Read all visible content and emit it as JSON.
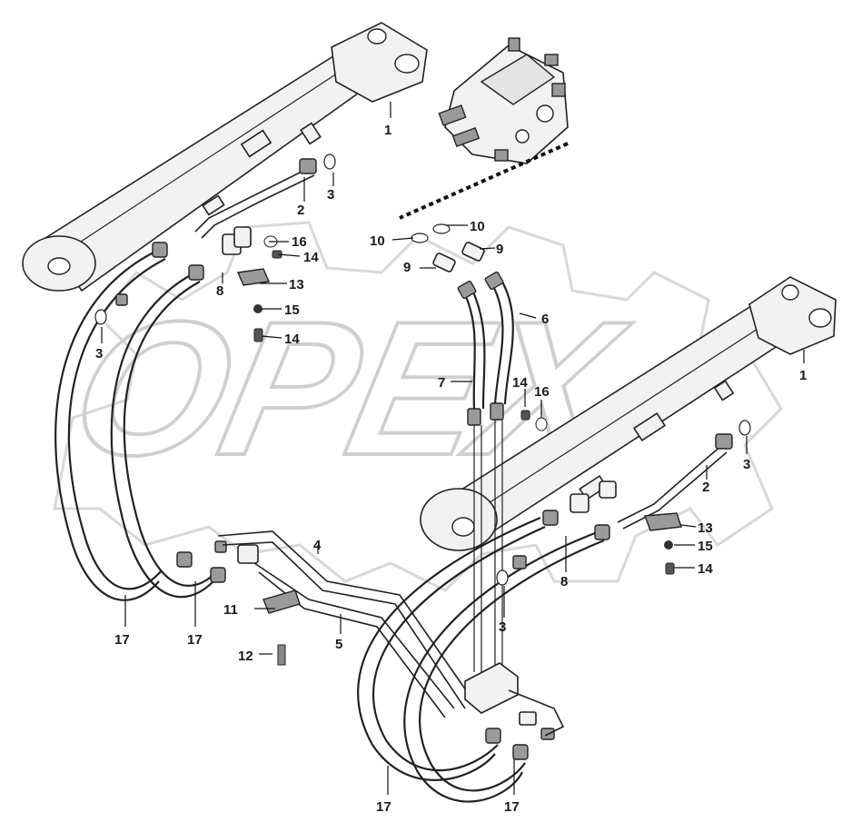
{
  "watermark": {
    "text": "OPEX",
    "color": "#d8d8d8"
  },
  "colors": {
    "line": "#222222",
    "background": "#ffffff",
    "hatch": "#111111"
  },
  "callouts": [
    {
      "id": "1",
      "label": "1"
    },
    {
      "id": "1b",
      "label": "1"
    },
    {
      "id": "2",
      "label": "2"
    },
    {
      "id": "2b",
      "label": "2"
    },
    {
      "id": "3",
      "label": "3"
    },
    {
      "id": "3b",
      "label": "3"
    },
    {
      "id": "3c",
      "label": "3"
    },
    {
      "id": "3d",
      "label": "3"
    },
    {
      "id": "4",
      "label": "4"
    },
    {
      "id": "5",
      "label": "5"
    },
    {
      "id": "6",
      "label": "6"
    },
    {
      "id": "7",
      "label": "7"
    },
    {
      "id": "8",
      "label": "8"
    },
    {
      "id": "8b",
      "label": "8"
    },
    {
      "id": "9",
      "label": "9"
    },
    {
      "id": "9b",
      "label": "9"
    },
    {
      "id": "10",
      "label": "10"
    },
    {
      "id": "10b",
      "label": "10"
    },
    {
      "id": "11",
      "label": "11"
    },
    {
      "id": "12",
      "label": "12"
    },
    {
      "id": "13",
      "label": "13"
    },
    {
      "id": "13b",
      "label": "13"
    },
    {
      "id": "14",
      "label": "14"
    },
    {
      "id": "14b",
      "label": "14"
    },
    {
      "id": "14c",
      "label": "14"
    },
    {
      "id": "14d",
      "label": "14"
    },
    {
      "id": "15",
      "label": "15"
    },
    {
      "id": "15b",
      "label": "15"
    },
    {
      "id": "16",
      "label": "16"
    },
    {
      "id": "16b",
      "label": "16"
    },
    {
      "id": "17",
      "label": "17"
    },
    {
      "id": "17b",
      "label": "17"
    },
    {
      "id": "17c",
      "label": "17"
    },
    {
      "id": "17d",
      "label": "17"
    }
  ]
}
